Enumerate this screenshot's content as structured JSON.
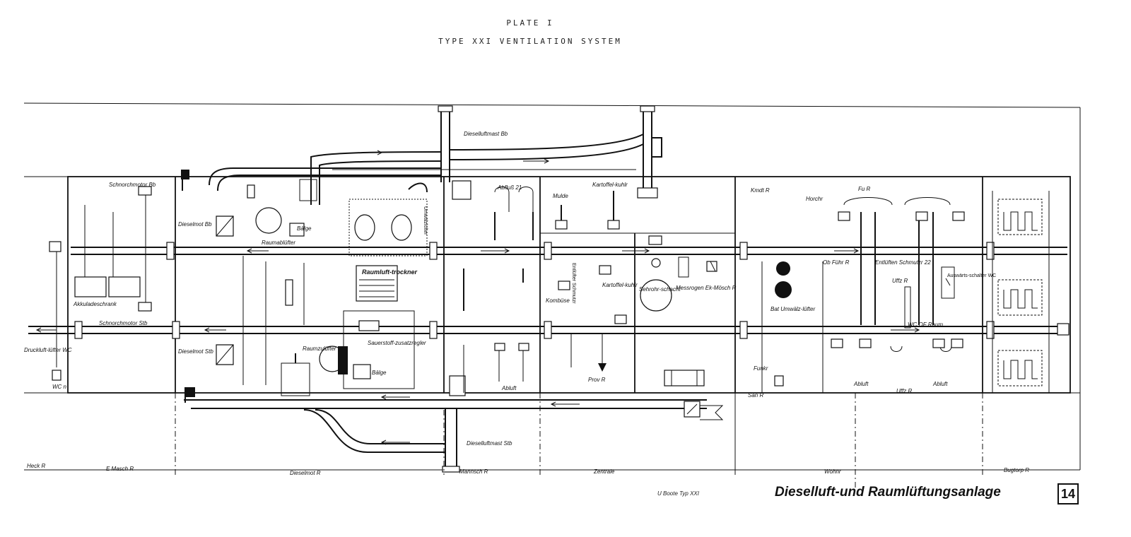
{
  "header": {
    "plate": "PLATE I",
    "title": "TYPE XXI VENTILATION SYSTEM"
  },
  "footer": {
    "note": "U Boote Typ XXI",
    "title": "Dieselluft-und Raumlüftungsanlage",
    "page": "14"
  },
  "compartments": [
    "Heck R",
    "E Masch R",
    "Dieselmot R",
    "Mannsch R",
    "Zentrale",
    "Wohnr",
    "Bugtorp R"
  ],
  "labels": {
    "diesel_mast_bb": "Dieselluftmast Bb",
    "diesel_mast_stb": "Dieselluftmast Stb",
    "schnorch_bb": "Schnorchmotor Bb",
    "schnorch_stb": "Schnorchmotor Stb",
    "akkulade": "Akkuladeschrank",
    "dieselmot_bb": "Dieselmot Bb",
    "dieselmot_stb": "Dieselmot Stb",
    "raumabluefter": "Raumablüfter",
    "raumzuluefter": "Raumzulüfter",
    "raumluft": "Raumluft-trockner",
    "sauerstoff": "Sauerstoff-zusatzregler",
    "balge_1": "Bälge",
    "balge_2": "Bälge",
    "umwaelz": "Umwälzlüfter",
    "ablauf_21": "Abfluß 21",
    "abluft": "Abluft",
    "mulde": "Mulde",
    "kartoffel": "Kartoffel-kuhlr",
    "kombuese": "Kombüse",
    "entluefter": "Entlüfter Schmutzr",
    "kartoffelkuhl": "Kartoffel-kuhlr",
    "prov": "Prov R",
    "sehrohr": "Sehrohr-schacht",
    "messrogen": "Messrogen Ek-Mösch R",
    "kmdt": "Kmdt R",
    "horchr": "Horchr",
    "fu": "Fu R",
    "ob_fuehr": "Ob Führ R",
    "bat_umwaelz": "Bat Umwälz-lüfter",
    "funk": "Funkr",
    "san": "San R",
    "entlueften": "Entlüften Schmutzr 22",
    "uffz": "Uffz R",
    "auswaerts": "Auswärts-schalter WC",
    "wc_of": "WC OF Raum",
    "abluft_uffz": "Abluft",
    "uffz_r2": "Uffz R",
    "abluft2": "Abluft",
    "druck": "Druckluft-lüfter WC",
    "wcn": "WC n"
  }
}
